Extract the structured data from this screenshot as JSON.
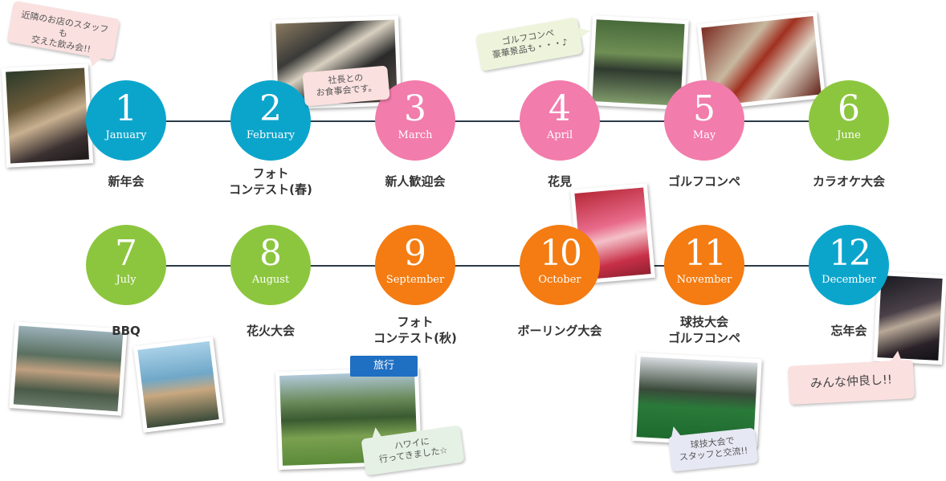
{
  "colors": {
    "blue": "#0ba5cc",
    "pink": "#f27cac",
    "green": "#8cc63e",
    "orange": "#f47c12",
    "pink_bubble": "#fbe0e0",
    "green_bubble": "#eef4dc",
    "lightgreen_bubble": "#e5f1e5",
    "lavender_bubble": "#e6e8f4",
    "tag_blue": "#1f6fc3"
  },
  "months": [
    {
      "num": "1",
      "name": "January",
      "event": "新年会"
    },
    {
      "num": "2",
      "name": "February",
      "event": "フォト\nコンテスト(春)"
    },
    {
      "num": "3",
      "name": "March",
      "event": "新人歓迎会"
    },
    {
      "num": "4",
      "name": "April",
      "event": "花見"
    },
    {
      "num": "5",
      "name": "May",
      "event": "ゴルフコンペ"
    },
    {
      "num": "6",
      "name": "June",
      "event": "カラオケ大会"
    },
    {
      "num": "7",
      "name": "July",
      "event": "BBQ"
    },
    {
      "num": "8",
      "name": "August",
      "event": "花火大会"
    },
    {
      "num": "9",
      "name": "September",
      "event": "フォト\nコンテスト(秋)"
    },
    {
      "num": "10",
      "name": "October",
      "event": "ボーリング大会"
    },
    {
      "num": "11",
      "name": "November",
      "event": "球技大会\nゴルフコンペ"
    },
    {
      "num": "12",
      "name": "December",
      "event": "忘年会"
    }
  ],
  "bubbles": {
    "jan": "近隣のお店のスタッフも\n交えた飲み会!!",
    "feb": "社長との\nお食事会です。",
    "apr": "ゴルフコンペ\n豪華景品も・・・♪",
    "sep": "ハワイに\n行ってきました☆",
    "nov": "球技大会で\nスタッフと交流!!",
    "dec": "みんな仲良し!!"
  },
  "tag_travel": "旅行"
}
